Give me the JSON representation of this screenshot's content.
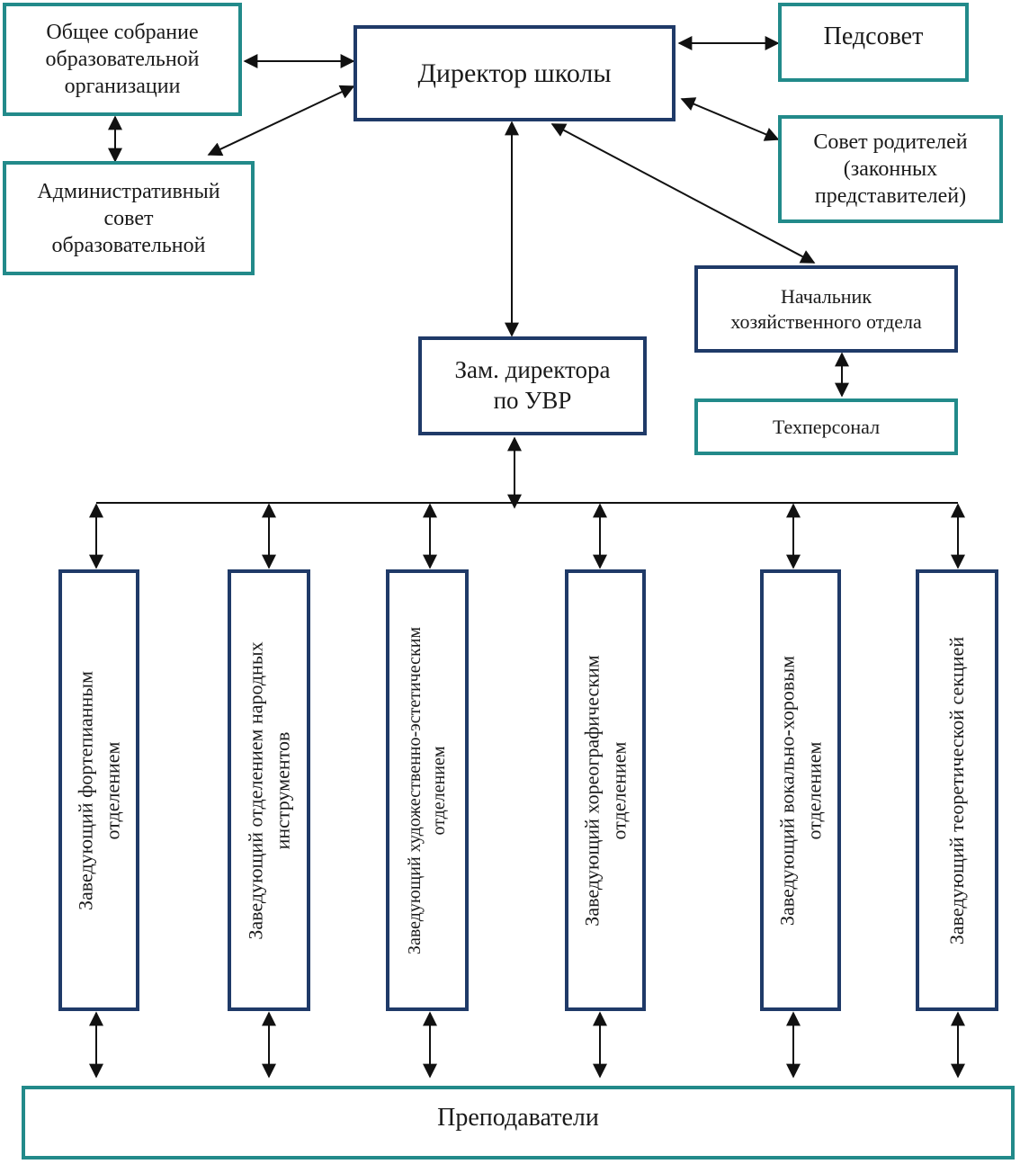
{
  "boxes": {
    "general_assembly": "Общее собрание\nобразовательной\nорганизации",
    "director": "Директор школы",
    "pedsovet": "Педсовет",
    "admin_council": "Административный\nсовет\nобразовательной",
    "parents_council": "Совет родителей\n(законных\nпредставителей)",
    "household_head": "Начальник\nхозяйственного отдела",
    "tech_staff": "Техперсонал",
    "deputy": "Зам. директора\nпо УВР",
    "teachers": "Преподаватели"
  },
  "departments": [
    "Заведующий фортепианным\nотделением",
    "Заведующий отделением народных\nинструментов",
    "Заведующий художественно-эстетическим\nотделением",
    "Заведующий хореографическим\nотделением",
    "Заведующий вокально-хоровым\nотделением",
    "Заведующий теоретической секцией"
  ],
  "colors": {
    "navy_border": "#1f3a68",
    "teal_border": "#228a8a",
    "connector": "#111111"
  }
}
